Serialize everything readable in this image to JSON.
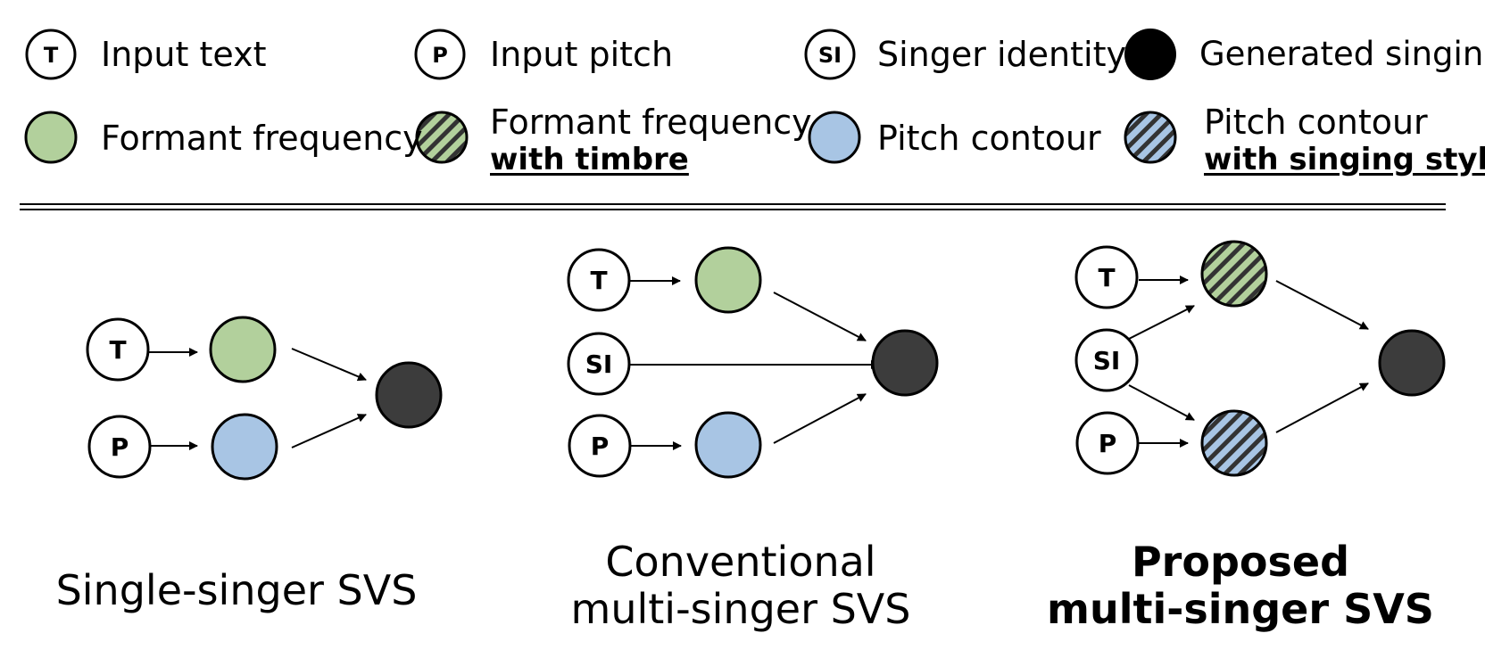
{
  "colors": {
    "formant": "#b2d09c",
    "pitch": "#a8c5e4",
    "generated_legend": "#000000",
    "generated_diagram": "#3c3c3c",
    "stroke": "#000000"
  },
  "legend": {
    "input_text": {
      "symbol": "T",
      "label": "Input text"
    },
    "input_pitch": {
      "symbol": "P",
      "label": "Input pitch"
    },
    "singer_identity": {
      "symbol": "SI",
      "label": "Singer identity"
    },
    "generated_singing": {
      "label": "Generated singing"
    },
    "formant_frequency": {
      "label": "Formant  frequency"
    },
    "formant_timbre": {
      "line1": "Formant  frequency",
      "line2": "with timbre"
    },
    "pitch_contour": {
      "label": "Pitch contour"
    },
    "pitch_style": {
      "line1": "Pitch contour",
      "line2": "with singing style"
    }
  },
  "diagrams": {
    "single": {
      "caption_line1": "Single-singer SVS",
      "nodes": {
        "t": "T",
        "p": "P"
      }
    },
    "conventional": {
      "caption_line1": "Conventional",
      "caption_line2": "multi-singer SVS",
      "nodes": {
        "t": "T",
        "si": "SI",
        "p": "P"
      }
    },
    "proposed": {
      "caption_line1": "Proposed",
      "caption_line2": "multi-singer SVS",
      "nodes": {
        "t": "T",
        "si": "SI",
        "p": "P"
      }
    }
  }
}
